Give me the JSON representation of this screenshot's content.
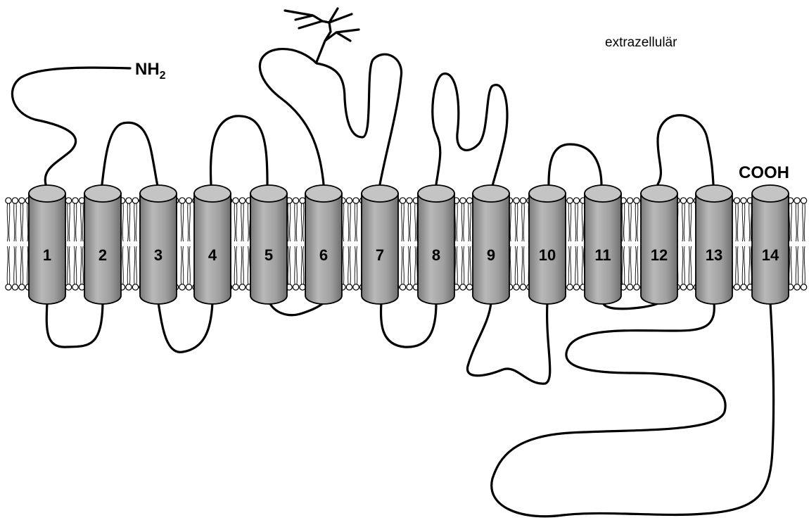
{
  "labels": {
    "region": "extrazellulär",
    "n_terminus": "NH",
    "n_terminus_subscript": "2",
    "c_terminus": "COOH"
  },
  "helices": [
    "1",
    "2",
    "3",
    "4",
    "5",
    "6",
    "7",
    "8",
    "9",
    "10",
    "11",
    "12",
    "13",
    "14"
  ],
  "colors": {
    "helix_fill": "#a8a8a8",
    "helix_top": "#c4c4c4",
    "outline": "#000000",
    "membrane_head": "#ffffff"
  }
}
